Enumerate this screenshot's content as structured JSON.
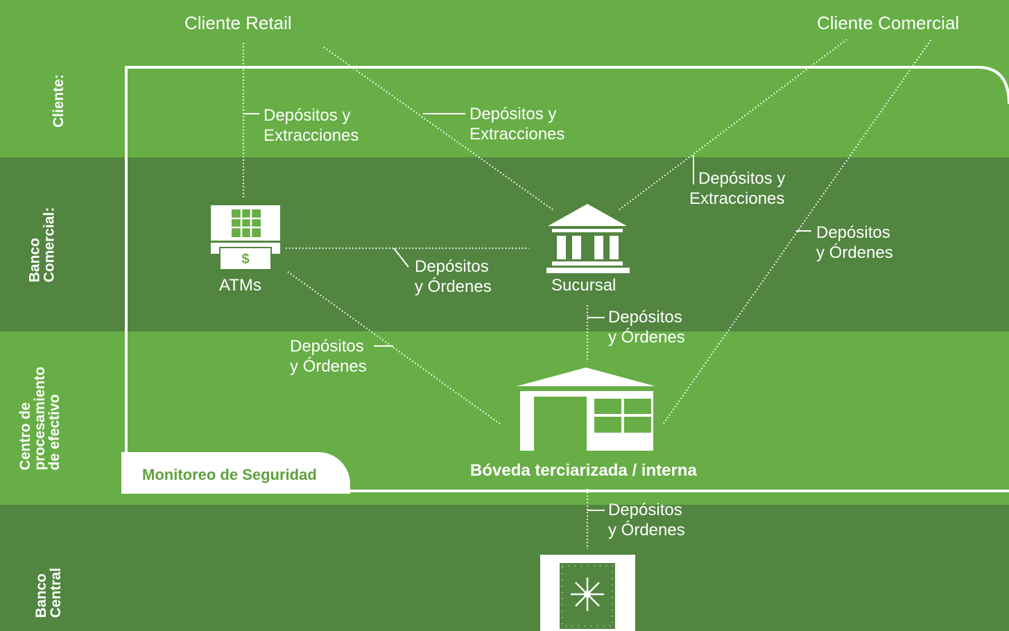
{
  "colors": {
    "light_band": "#67ae46",
    "dark_band": "#528540",
    "line": "#ffffff",
    "monitor_text": "#5fa13d"
  },
  "lanes": {
    "cliente": "Cliente:",
    "banco_comercial": [
      "Banco",
      "Comercial:"
    ],
    "centro": [
      "Centro de",
      "procesamiento",
      "de efectivo"
    ],
    "banco_central": [
      "Banco",
      "Central"
    ]
  },
  "nodes": {
    "cliente_retail": "Cliente Retail",
    "cliente_comercial": "Cliente Comercial",
    "atms": "ATMs",
    "sucursal": "Sucursal",
    "boveda": "Bóveda terciarizada / interna"
  },
  "flows": {
    "retail_atm": [
      "Depósitos y",
      "Extracciones"
    ],
    "retail_sucursal": [
      "Depósitos y",
      "Extracciones"
    ],
    "comercial_sucursal": [
      "Depósitos y",
      "Extracciones"
    ],
    "comercial_boveda": [
      "Depósitos",
      "y Órdenes"
    ],
    "atm_sucursal": [
      "Depósitos",
      "y Órdenes"
    ],
    "atm_boveda": [
      "Depósitos",
      "y Órdenes"
    ],
    "sucursal_boveda": [
      "Depósitos",
      "y Órdenes"
    ],
    "boveda_central": [
      "Depósitos",
      "y Órdenes"
    ]
  },
  "monitor_label": "Monitoreo de Seguridad",
  "icons": {
    "atm": "atm-icon",
    "sucursal": "bank-building-icon",
    "boveda": "warehouse-icon",
    "central": "vault-icon"
  }
}
